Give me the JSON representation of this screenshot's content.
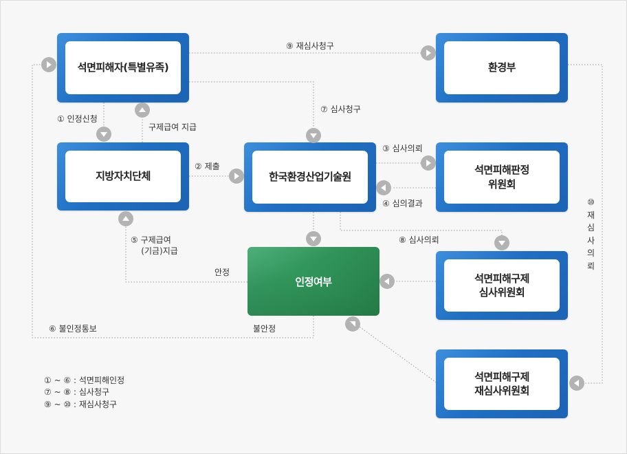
{
  "nodes": {
    "victim": "석면피해자(특별유족)",
    "ministry": "환경부",
    "local": "지방자치단체",
    "keiti": "한국환경산업기술원",
    "judge": "석면피해판정\n위원회",
    "decision": "인정여부",
    "review": "석면피해구제\n심사위원회",
    "rereview": "석면피해구제\n재심사위원회"
  },
  "labels": {
    "l1": "① 인정신청",
    "relief": "구제급여 지급",
    "l2": "② 제출",
    "l3": "③ 심사의뢰",
    "l4": "④ 심의결과",
    "l5": "⑤ 구제급여\n    (기금)지급",
    "l6": "⑥ 불인정통보",
    "l7": "⑦ 심사청구",
    "l8": "⑧ 심사의뢰",
    "l9": "⑨ 재심사청구",
    "l10": "⑩\n재\n심\n사\n의\n뢰",
    "approve": "안정",
    "reject": "불안정"
  },
  "legend": {
    "line1": "① ~ ⑥ : 석면피해인정",
    "line2": "⑦ ~ ⑧ : 심사청구",
    "line3": "⑨ ~ ⑩ : 재심사청구"
  },
  "colors": {
    "node_border": "#1f6fc4",
    "decision": "#2f9257",
    "arrow_circle": "#b3b3b3",
    "line": "#9a9a9a"
  }
}
